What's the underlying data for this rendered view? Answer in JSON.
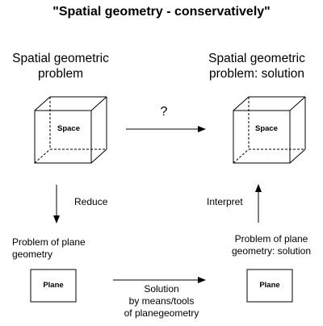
{
  "title": "\"Spatial geometry - conservatively\"",
  "problem_left": {
    "line1": "Spatial geometric",
    "line2": "problem"
  },
  "problem_right": {
    "line1": "Spatial geometric",
    "line2": "problem: solution"
  },
  "question_mark": "?",
  "space_label_left": "Space",
  "space_label_right": "Space",
  "reduce_label": "Reduce",
  "interpret_label": "Interpret",
  "plane_problem_left": {
    "line1": "Problem of plane",
    "line2": "geometry"
  },
  "plane_problem_right": {
    "line1": "Problem of plane",
    "line2": "geometry: solution"
  },
  "plane_label_left": "Plane",
  "plane_label_right": "Plane",
  "solution_label": {
    "line1": "Solution",
    "line2": "by means/tools",
    "line3": "of planegeometry"
  }
}
